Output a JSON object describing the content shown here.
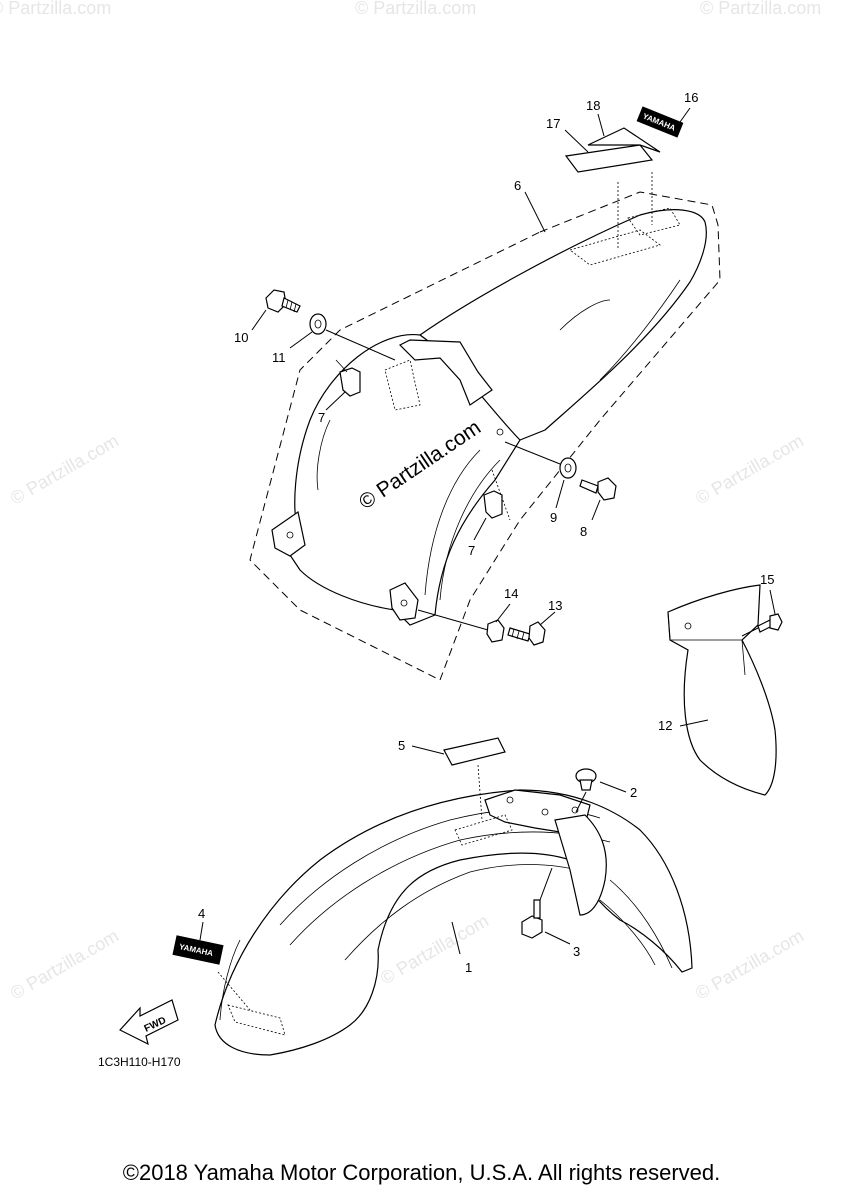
{
  "watermark": {
    "text": "© Partzilla.com",
    "main_text": "© Partzilla.com"
  },
  "callouts": {
    "c1": "1",
    "c2": "2",
    "c3": "3",
    "c4": "4",
    "c5": "5",
    "c6": "6",
    "c7a": "7",
    "c7b": "7",
    "c8": "8",
    "c9": "9",
    "c10": "10",
    "c11": "11",
    "c12": "12",
    "c13": "13",
    "c14": "14",
    "c15": "15",
    "c16": "16",
    "c17": "17",
    "c18": "18"
  },
  "decals": {
    "yamaha_front": "YAMAHA",
    "yamaha_rear": "YAMAHA"
  },
  "fwd_label": "FWD",
  "diagram_code": "1C3H110-H170",
  "copyright": "©2018 Yamaha Motor Corporation, U.S.A. All rights reserved."
}
